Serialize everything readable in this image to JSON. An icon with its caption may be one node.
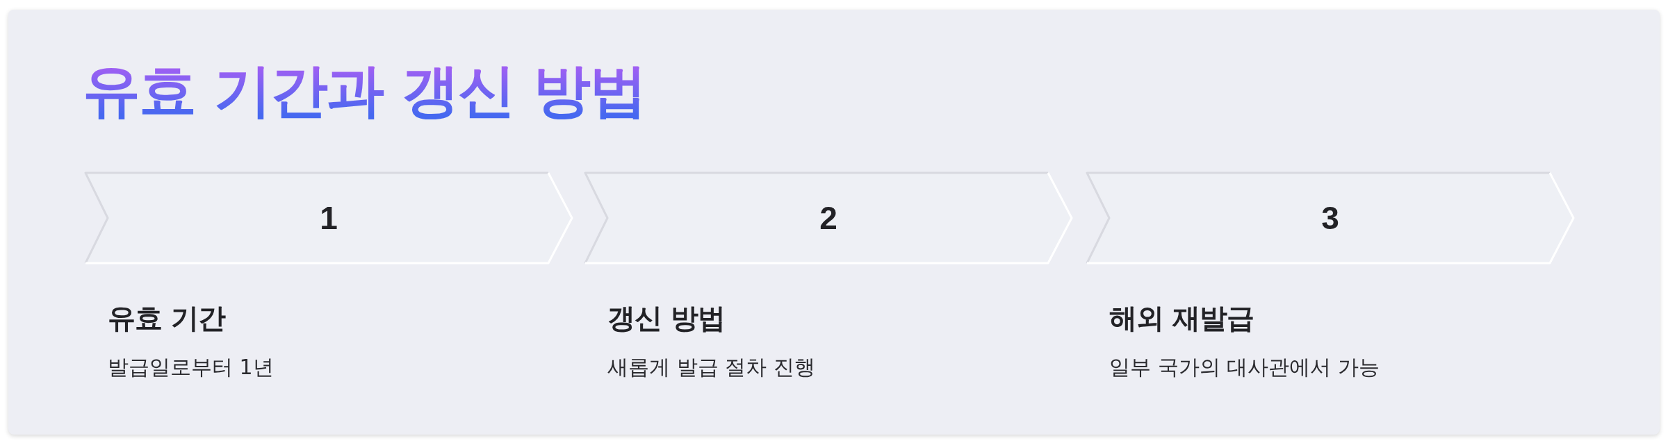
{
  "diagram": {
    "title": "유효 기간과 갱신 방법",
    "nodes": [
      {
        "text": [
          "1"
        ],
        "beside": [
          "유효 기간",
          "발급일로부터 1년"
        ]
      },
      {
        "text": [
          "2"
        ],
        "beside": [
          "갱신 방법",
          "새롭게 발급 절차 진행"
        ]
      },
      {
        "text": [
          "3"
        ],
        "beside": [
          "해외 재발급",
          "일부 국가의 대사관에서 가능"
        ]
      }
    ]
  }
}
